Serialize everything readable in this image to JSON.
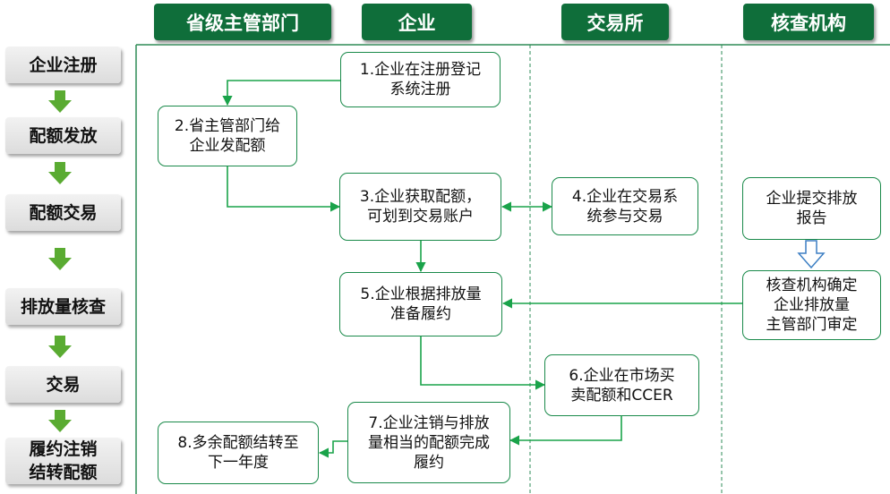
{
  "lanes": [
    "省级主管部门",
    "企业",
    "交易所",
    "核查机构"
  ],
  "stages": [
    "企业注册",
    "配额发放",
    "配额交易",
    "排放量核查",
    "交易",
    "履约注销\n结转配额"
  ],
  "steps": {
    "s1": "1.企业在注册登记\n系统注册",
    "s2": "2.省主管部门给\n企业发配额",
    "s3": "3.企业获取配额，\n可划到交易账户",
    "s4": "4.企业在交易系\n统参与交易",
    "s5": "5.企业根据排放量\n准备履约",
    "s6": "6.企业在市场买\n卖配额和CCER",
    "s7": "7.企业注销与排放\n量相当的配额完成\n履约",
    "s8": "8.多余配额结转至\n下一年度",
    "v1": "企业提交排放\n报告",
    "v2": "核查机构确定\n企业排放量\n主管部门审定"
  },
  "colors": {
    "header": "#0f6e3a",
    "arrow": "#1aa34a",
    "stage_arrow": "#5aab32",
    "divider": "#2e8b57"
  }
}
